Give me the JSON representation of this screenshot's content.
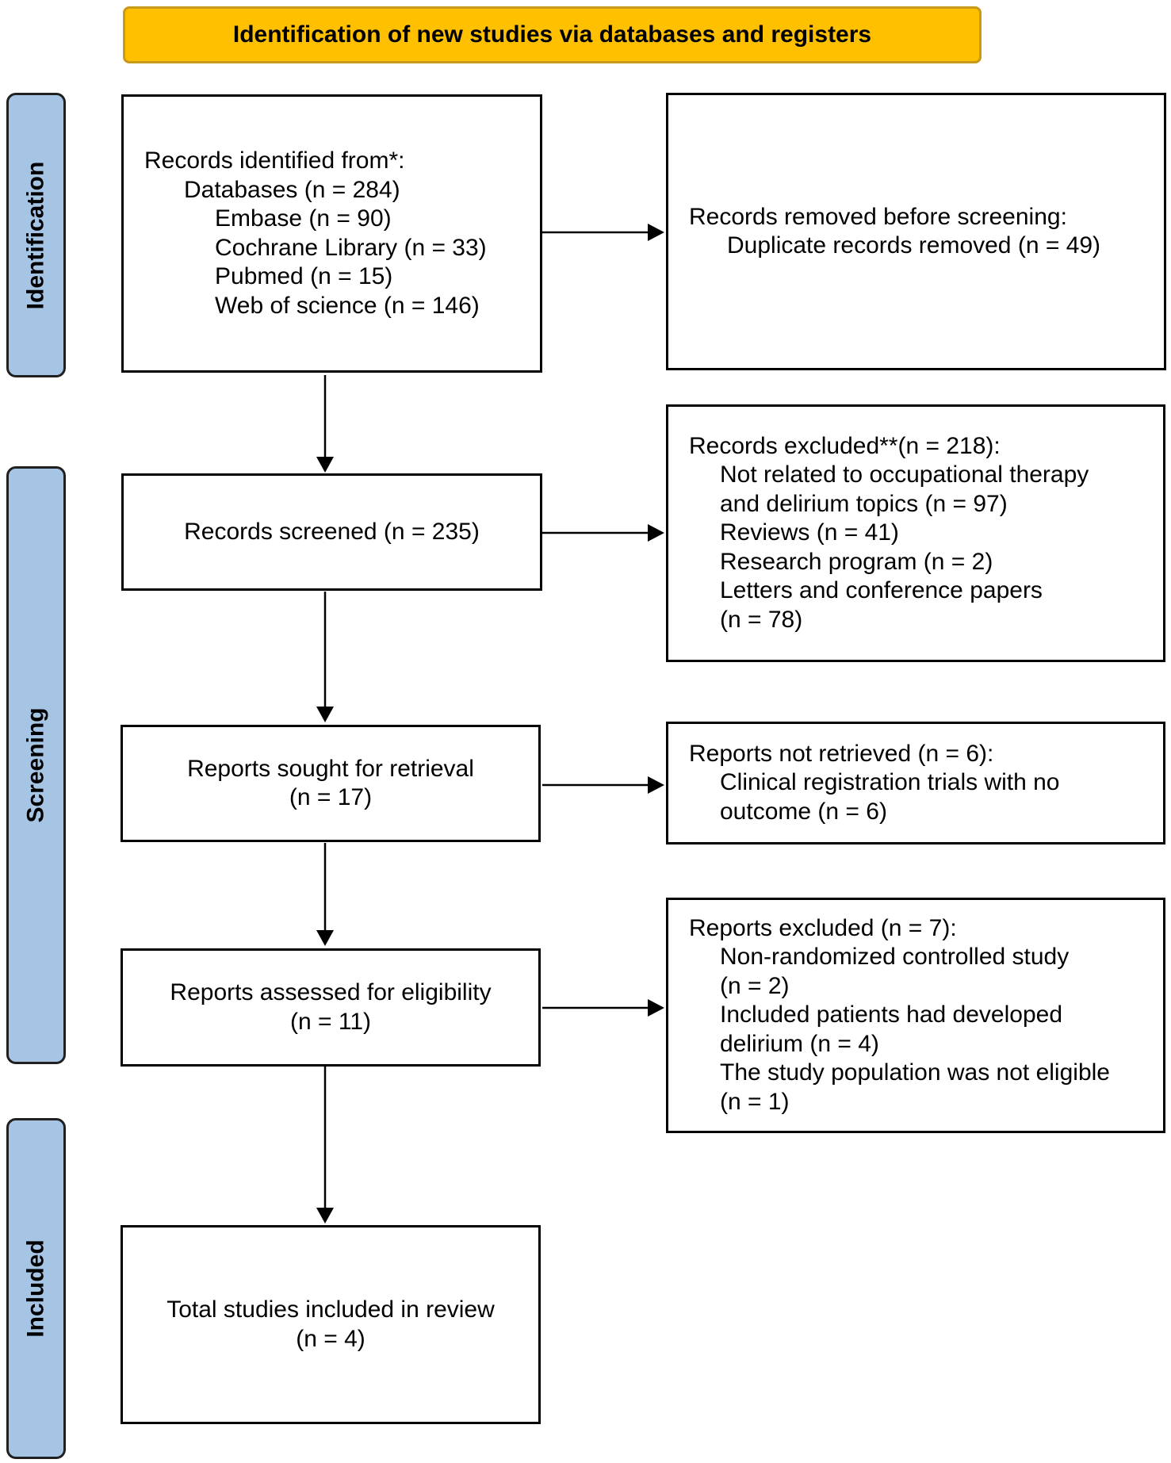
{
  "header": {
    "title": "Identification of new studies via databases and registers"
  },
  "phases": {
    "identification": "Identification",
    "screening": "Screening",
    "included": "Included"
  },
  "identified": {
    "heading": "Records identified from*:",
    "databases": "Databases (n = 284)",
    "sources": [
      "Embase (n = 90)",
      "Cochrane Library (n = 33)",
      "Pubmed (n = 15)",
      "Web of science (n = 146)"
    ]
  },
  "removed": {
    "heading": "Records removed before screening:",
    "duplicates": "Duplicate records removed (n = 49)"
  },
  "screened": {
    "label": "Records screened (n = 235)"
  },
  "excluded": {
    "heading": "Records excluded**(n = 218):",
    "lines": [
      "Not related to occupational therapy",
      "and delirium topics (n = 97)",
      "Reviews (n = 41)",
      "Research program (n = 2)",
      "Letters and conference papers",
      "(n = 78)"
    ]
  },
  "sought": {
    "label": "Reports sought for retrieval",
    "count": "(n = 17)"
  },
  "not_retrieved": {
    "heading": "Reports not retrieved (n = 6):",
    "lines": [
      "Clinical registration trials with no",
      "outcome (n = 6)"
    ]
  },
  "assessed": {
    "label": "Reports assessed for eligibility",
    "count": "(n = 11)"
  },
  "reports_excluded": {
    "heading": "Reports excluded (n = 7):",
    "lines": [
      "Non-randomized controlled study",
      "(n = 2)",
      "Included patients had developed",
      "delirium (n = 4)",
      "The study population was not eligible",
      "(n = 1)"
    ]
  },
  "included": {
    "label": "Total studies included in review",
    "count": "(n = 4)"
  }
}
